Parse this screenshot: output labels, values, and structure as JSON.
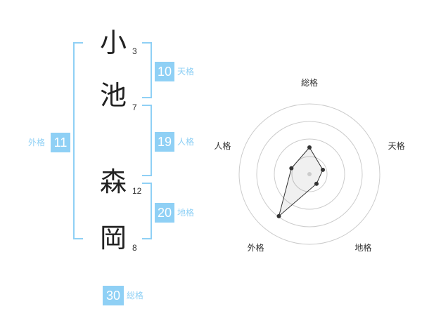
{
  "colors": {
    "accent": "#8fd0f5",
    "box_fill": "#8fd0f5",
    "label_text": "#8fd0f5",
    "kanji_text": "#222222"
  },
  "name": {
    "characters": [
      {
        "kanji": "小",
        "strokes": "3"
      },
      {
        "kanji": "池",
        "strokes": "7"
      },
      {
        "kanji": "森",
        "strokes": "12"
      },
      {
        "kanji": "岡",
        "strokes": "8"
      }
    ]
  },
  "grids": {
    "tenkaku": {
      "value": "10",
      "label": "天格"
    },
    "jinkaku": {
      "value": "19",
      "label": "人格"
    },
    "chikaku": {
      "value": "20",
      "label": "地格"
    },
    "gaikaku": {
      "value": "11",
      "label": "外格"
    },
    "soukaku": {
      "value": "30",
      "label": "総格"
    }
  },
  "chart_data": {
    "type": "radar",
    "axes": [
      "総格",
      "天格",
      "地格",
      "外格",
      "人格"
    ],
    "values": [
      0.38,
      0.2,
      0.17,
      0.74,
      0.27
    ],
    "rings": 4
  }
}
